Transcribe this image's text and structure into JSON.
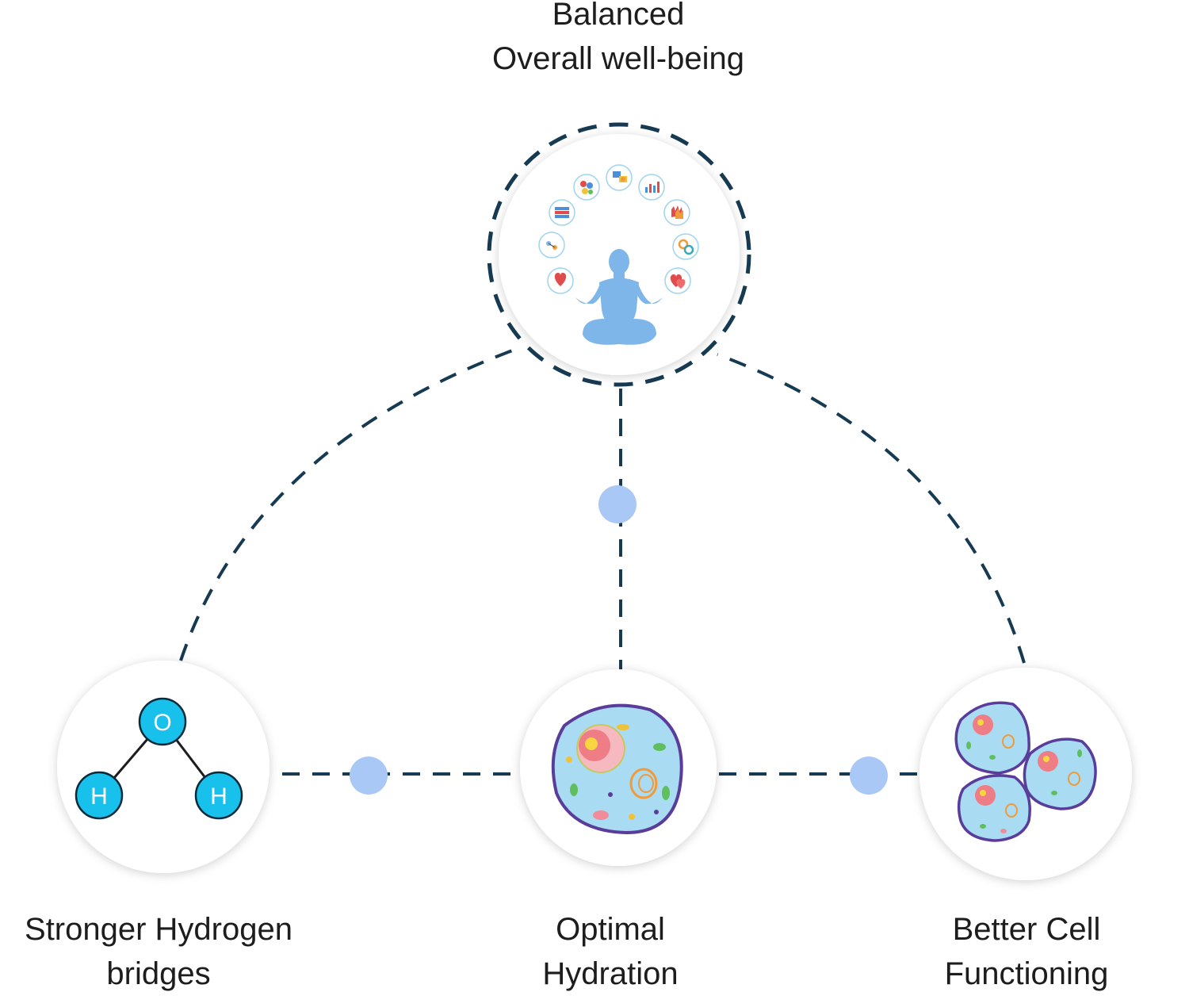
{
  "top_node": {
    "line1": "Balanced",
    "line2": "Overall well-being",
    "icon": "wellbeing-meditation-icon"
  },
  "left_node": {
    "line1": "Stronger Hydrogen",
    "line2": "bridges",
    "icon": "water-molecule-icon",
    "atoms": {
      "oxygen": "O",
      "hydrogen_left": "H",
      "hydrogen_right": "H"
    }
  },
  "middle_node": {
    "line1": "Optimal",
    "line2": "Hydration",
    "icon": "cell-icon"
  },
  "right_node": {
    "line1": "Better Cell",
    "line2": "Functioning",
    "icon": "cell-cluster-icon"
  },
  "colors": {
    "dashed_line": "#163a52",
    "connector_dot": "#a9c8f5",
    "atom_fill": "#18c0ec",
    "cell_body": "#a9dcf2",
    "cell_membrane": "#5a3d9a",
    "nucleus": "#ef7d86",
    "nucleolus": "#f7d640",
    "person": "#7fb6ea"
  }
}
